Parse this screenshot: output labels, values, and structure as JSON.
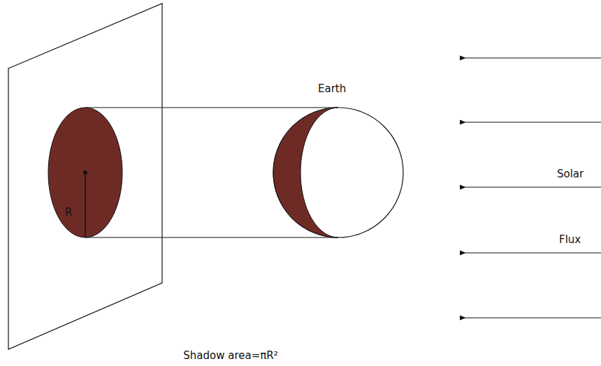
{
  "diagram": {
    "caption": "Shadow area=πR²",
    "labels": [
      "Earth",
      "R",
      "Solar",
      "Flux"
    ]
  }
}
